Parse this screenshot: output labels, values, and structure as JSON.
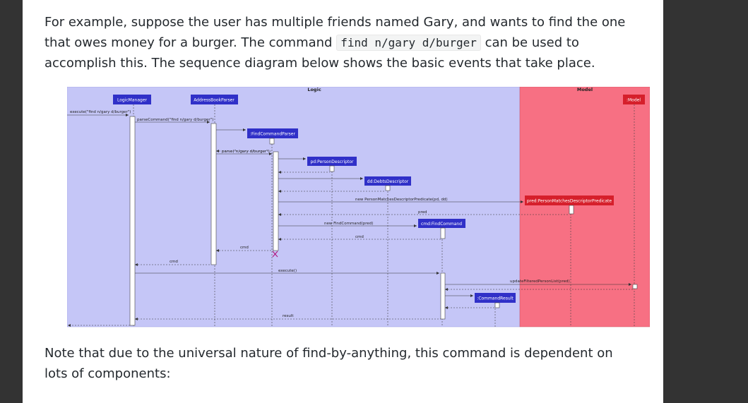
{
  "intro": {
    "text_before": "For example, suppose the user has multiple friends named Gary, and wants to find the one that owes money for a burger. The command ",
    "code": "find n/gary d/burger",
    "text_after": " can be used to accomplish this. The sequence diagram below shows the basic events that take place."
  },
  "diagram": {
    "logic_title": "Logic",
    "model_title": "Model",
    "colors": {
      "logic_bg": "#c5c6f7",
      "model_bg": "#f77083",
      "logic_box": "#3030c8",
      "model_box": "#d61f2b"
    },
    "participants": {
      "logic_manager": "LogicManager",
      "address_book_parser": "AddressBookParser",
      "find_command_parser": ":FindCommandParser",
      "person_descriptor": "pd:PersonDescriptor",
      "debts_descriptor": "dd:DebtsDescriptor",
      "find_command": "cmd:FindCommand",
      "command_result": ":CommandResult",
      "predicate": "pred:PersonMatchesDescriptorPredicate",
      "model": ":Model"
    },
    "messages": {
      "execute": "execute(\"find n/gary d/burger\")",
      "parse_command": "parseCommand(\"find n/gary d/burger\")",
      "parse": "parse(\"n/gary d/burger\")",
      "new_predicate": "new PersonMatchesDescriptorPredicate(pd, dd)",
      "pred_return": "pred",
      "new_find_command": "new FindCommand(pred)",
      "cmd_return_1": "cmd",
      "cmd_return_2": "cmd",
      "cmd_return_3": "cmd",
      "execute_call": "execute()",
      "update_filtered": "updateFilteredPersonList(pred)",
      "result": "result"
    }
  },
  "outro": {
    "text": "Note that due to the universal nature of find-by-anything, this command is dependent on lots of components:"
  }
}
